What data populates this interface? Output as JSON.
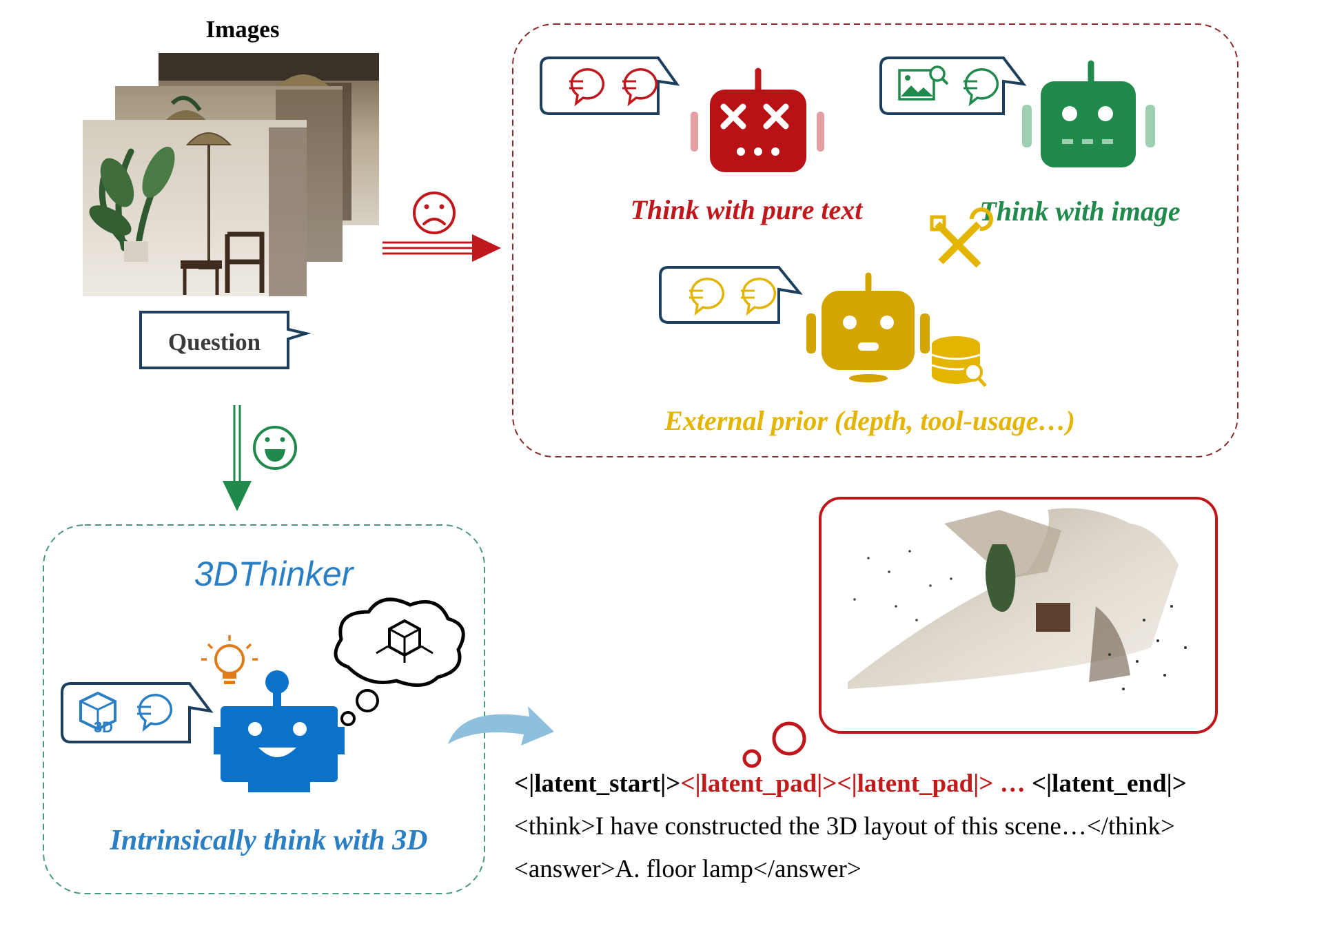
{
  "images_label": "Images",
  "question_label": "Question",
  "methods": {
    "pure_text": "Think with pure text",
    "image": "Think with image",
    "external": "External prior (depth, tool-usage…)"
  },
  "thinker": {
    "title": "3DThinker",
    "caption": "Intrinsically think with 3D",
    "badge_3d": "3D"
  },
  "output": {
    "latent_start": "<|latent_start|>",
    "latent_pad_1": "<|latent_pad|>",
    "latent_pad_2": "<|latent_pad|>",
    "ellipsis": " … ",
    "latent_end": "<|latent_end|>",
    "think_line": "<think>I have constructed the 3D layout of this scene…</think>",
    "answer_line": "<answer>A. floor lamp</answer>"
  },
  "colors": {
    "red": "#c0171c",
    "green": "#1f8a4c",
    "yellow": "#e3b400",
    "blue": "#2a7fc4",
    "navy": "#1c3f5e"
  }
}
